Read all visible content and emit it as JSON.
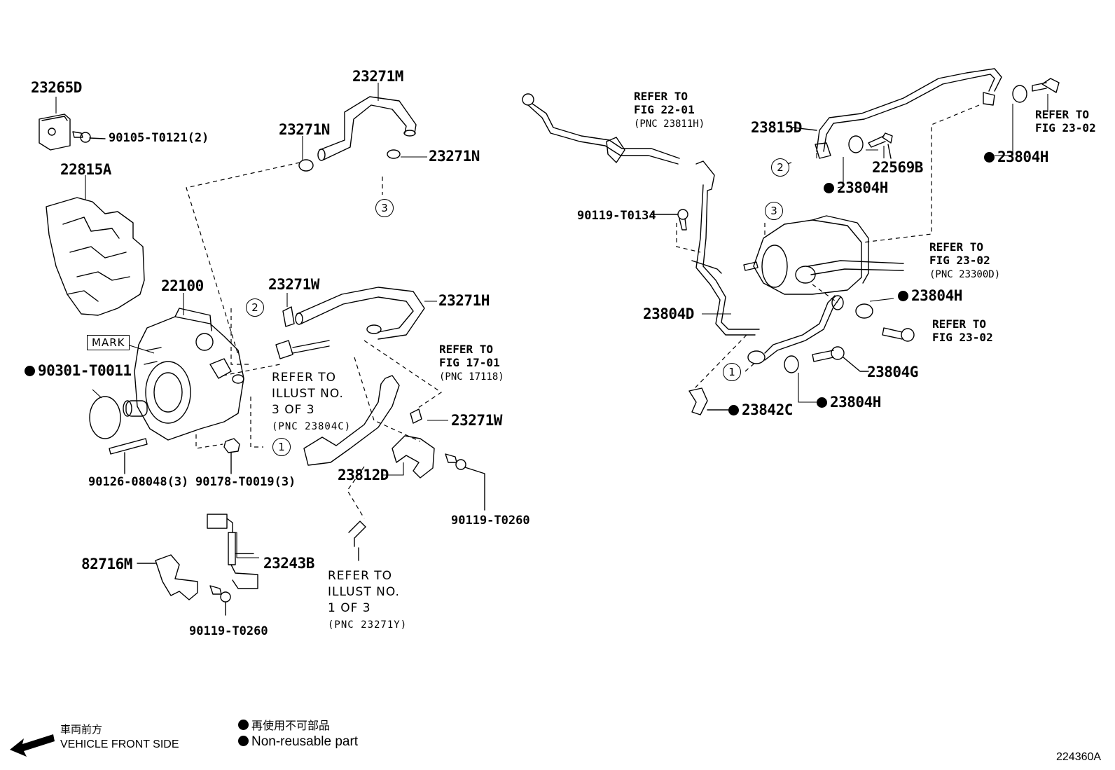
{
  "labels": {
    "p23265D": "23265D",
    "p90105": "90105-T0121(2)",
    "p22815A": "22815A",
    "p23271M": "23271M",
    "p23271N_a": "23271N",
    "p23271N_b": "23271N",
    "p22100": "22100",
    "p23271W_a": "23271W",
    "p23271H": "23271H",
    "p90301": "90301-T0011",
    "p90126": "90126-08048(3)",
    "p90178": "90178-T0019(3)",
    "p23271W_b": "23271W",
    "p23812D": "23812D",
    "p90119_a": "90119-T0260",
    "p82716M": "82716M",
    "p23243B": "23243B",
    "p90119_b": "90119-T0260",
    "p90119_c": "90119-T0134",
    "p23815D": "23815D",
    "p22569B": "22569B",
    "p23804H_a": "23804H",
    "p23804H_b": "23804H",
    "p23804H_c": "23804H",
    "p23804H_d": "23804H",
    "p23804D": "23804D",
    "p23804G": "23804G",
    "p23842C": "23842C"
  },
  "mark_label": "MARK",
  "refs": {
    "fig2201": {
      "text": "REFER TO\nFIG 22-01",
      "pnc": "(PNC 23811H)"
    },
    "fig2302a": {
      "text": "REFER TO\nFIG 23-02",
      "pnc": ""
    },
    "fig2302b": {
      "text": "REFER TO\nFIG 23-02",
      "pnc": "(PNC 23300D)"
    },
    "fig2302c": {
      "text": "REFER TO\nFIG 23-02",
      "pnc": ""
    },
    "fig1701": {
      "text": "REFER TO\nFIG 17-01",
      "pnc": "(PNC 17118)"
    },
    "illust3": {
      "text": "REFER TO\nILLUST NO.\n3 OF 3",
      "pnc": "(PNC 23804C)"
    },
    "illust1": {
      "text": "REFER TO\nILLUST NO.\n1 OF 3",
      "pnc": "(PNC 23271Y)"
    }
  },
  "circles": [
    "1",
    "2",
    "3",
    "1",
    "2",
    "3"
  ],
  "legend": {
    "front_jp": "車両前方",
    "front_en": "VEHICLE FRONT SIDE",
    "nonreuse_jp": "再使用不可部品",
    "nonreuse_en": "Non-reusable part"
  },
  "diagram_id": "224360A"
}
